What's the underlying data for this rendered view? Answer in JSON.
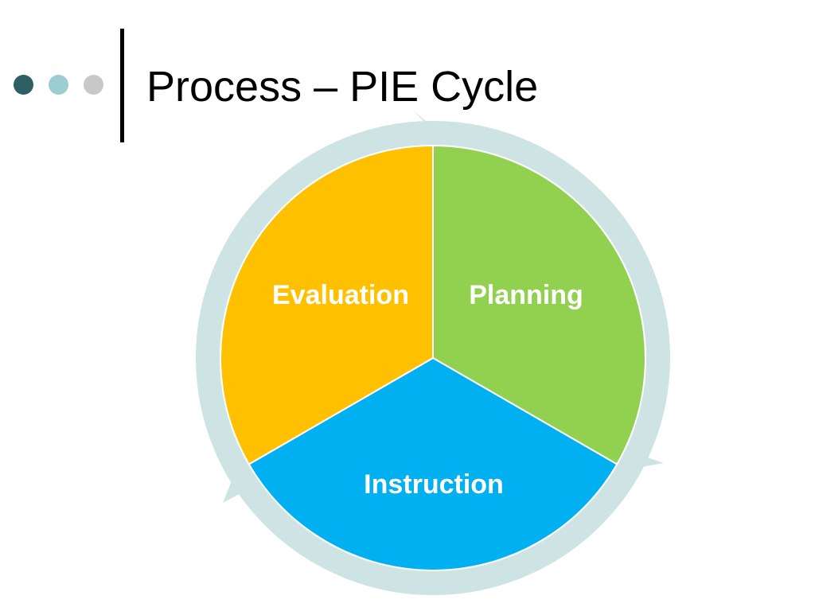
{
  "slide": {
    "title": "Process – PIE Cycle"
  },
  "decoration": {
    "dot_colors": [
      "#2e5f65",
      "#9ccdd0",
      "#c8c8c8"
    ],
    "divider_color": "#000000"
  },
  "cycle": {
    "ring_color": "#cde3e4",
    "label_color": "#ffffff",
    "segments": [
      {
        "label": "Planning",
        "color": "#92d050"
      },
      {
        "label": "Instruction",
        "color": "#00b0f0"
      },
      {
        "label": "Evaluation",
        "color": "#ffc000"
      }
    ]
  }
}
